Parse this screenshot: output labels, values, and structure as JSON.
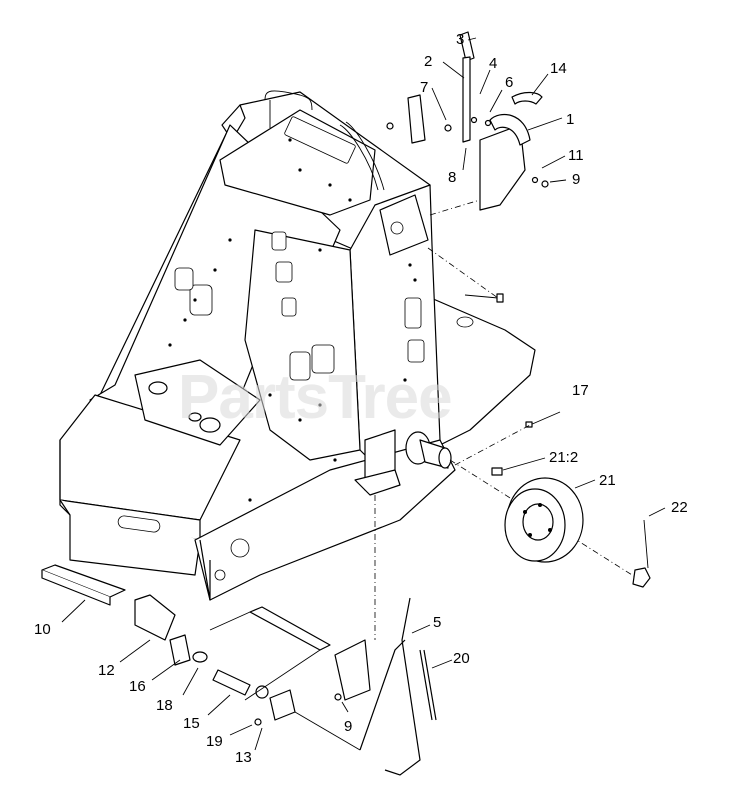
{
  "watermark": "PartsTree",
  "callouts": {
    "c3": "3",
    "c2": "2",
    "c4": "4",
    "c7": "7",
    "c6": "6",
    "c14": "14",
    "c1": "1",
    "c11": "11",
    "c9a": "9",
    "c8": "8",
    "c17": "17",
    "c21_2": "21:2",
    "c21": "21",
    "c22": "22",
    "c10": "10",
    "c12": "12",
    "c16": "16",
    "c18": "18",
    "c15": "15",
    "c19": "19",
    "c13": "13",
    "c5": "5",
    "c20": "20",
    "c9b": "9"
  }
}
